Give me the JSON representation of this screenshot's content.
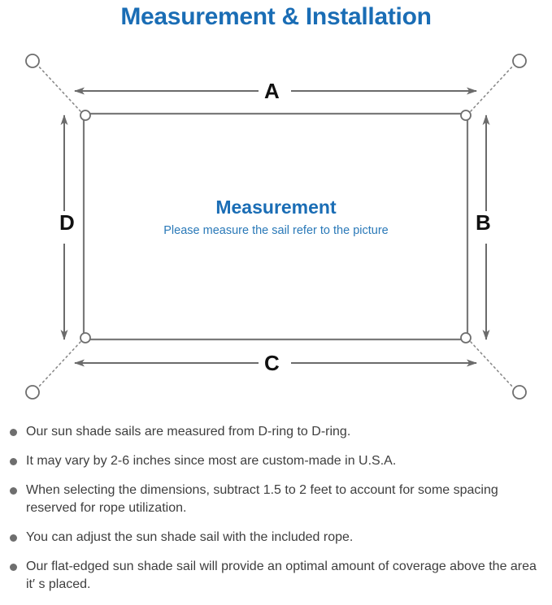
{
  "page": {
    "title": "Measurement & Installation",
    "title_color": "#1a6db5"
  },
  "diagram": {
    "center_title": "Measurement",
    "center_subtitle": "Please measure the sail refer to the picture",
    "sail_color": "#7a7a7a",
    "arrow_color": "#6b6b6b",
    "rope_color": "#8a8a8a",
    "labels": {
      "top": "A",
      "right": "B",
      "bottom": "C",
      "left": "D"
    }
  },
  "notes": [
    "Our sun shade sails are measured from D-ring to D-ring.",
    "It may vary by 2-6 inches since most are custom-made in U.S.A.",
    "When selecting the dimensions, subtract 1.5 to 2 feet to account for some spacing reserved for rope utilization.",
    "You can adjust the sun shade sail with the included rope.",
    "Our flat-edged sun shade sail will provide an optimal amount of coverage above the area it′ s placed."
  ]
}
